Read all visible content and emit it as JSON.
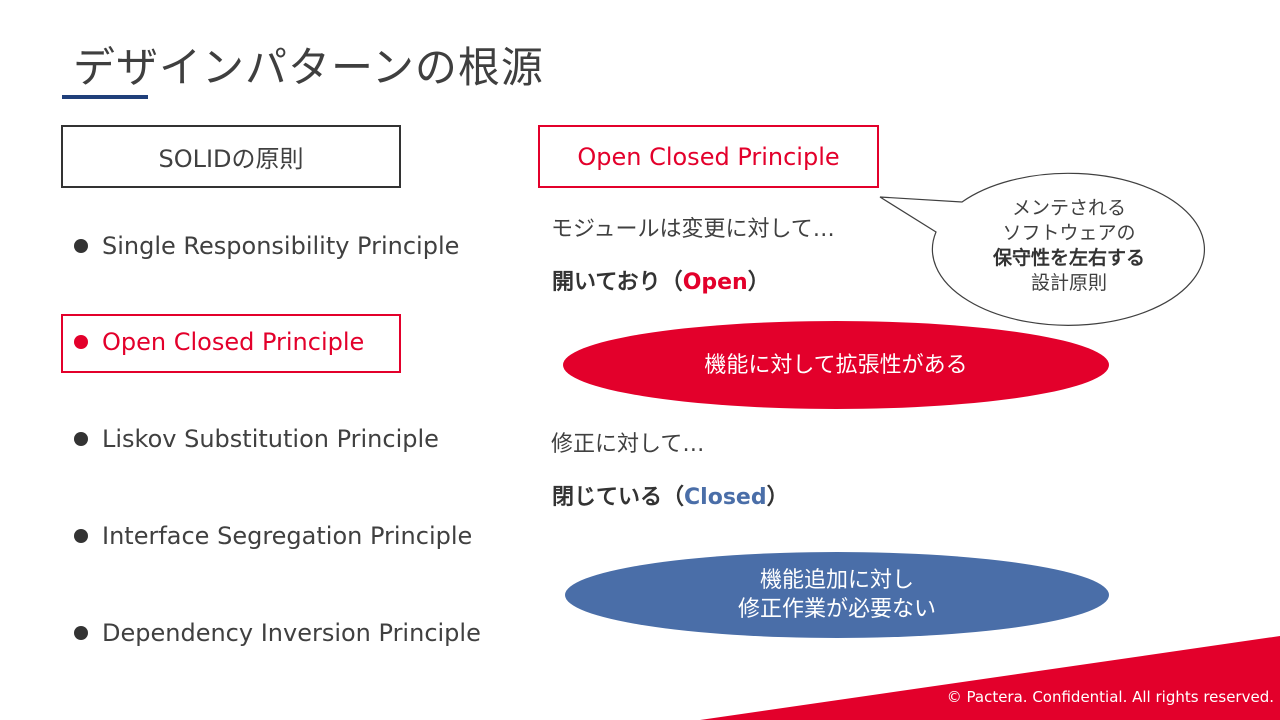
{
  "title": "デザインパターンの根源",
  "left_header": "SOLIDの原則",
  "right_header": "Open Closed Principle",
  "principles": [
    "Single Responsibility Principle",
    "Open Closed Principle",
    "Liskov Substitution Principle",
    "Interface Segregation Principle",
    "Dependency Inversion Principle"
  ],
  "open_section": {
    "intro": "モジュールは変更に対して…",
    "statement_prefix": "開いており（",
    "statement_keyword": "Open",
    "statement_suffix": "）",
    "ellipse_text": "機能に対して拡張性がある"
  },
  "closed_section": {
    "intro": "修正に対して…",
    "statement_prefix": "閉じている（",
    "statement_keyword": "Closed",
    "statement_suffix": "）",
    "ellipse_line1": "機能追加に対し",
    "ellipse_line2": "修正作業が必要ない"
  },
  "bubble": {
    "line1": "メンテされる",
    "line2": "ソフトウェアの",
    "line3": "保守性を左右する",
    "line4": "設計原則"
  },
  "footer": "© Pactera.  Confidential.  All rights reserved.",
  "colors": {
    "accent_red": "#e3002b",
    "accent_blue": "#4a6ea8",
    "title_underline": "#1f3f7a"
  }
}
